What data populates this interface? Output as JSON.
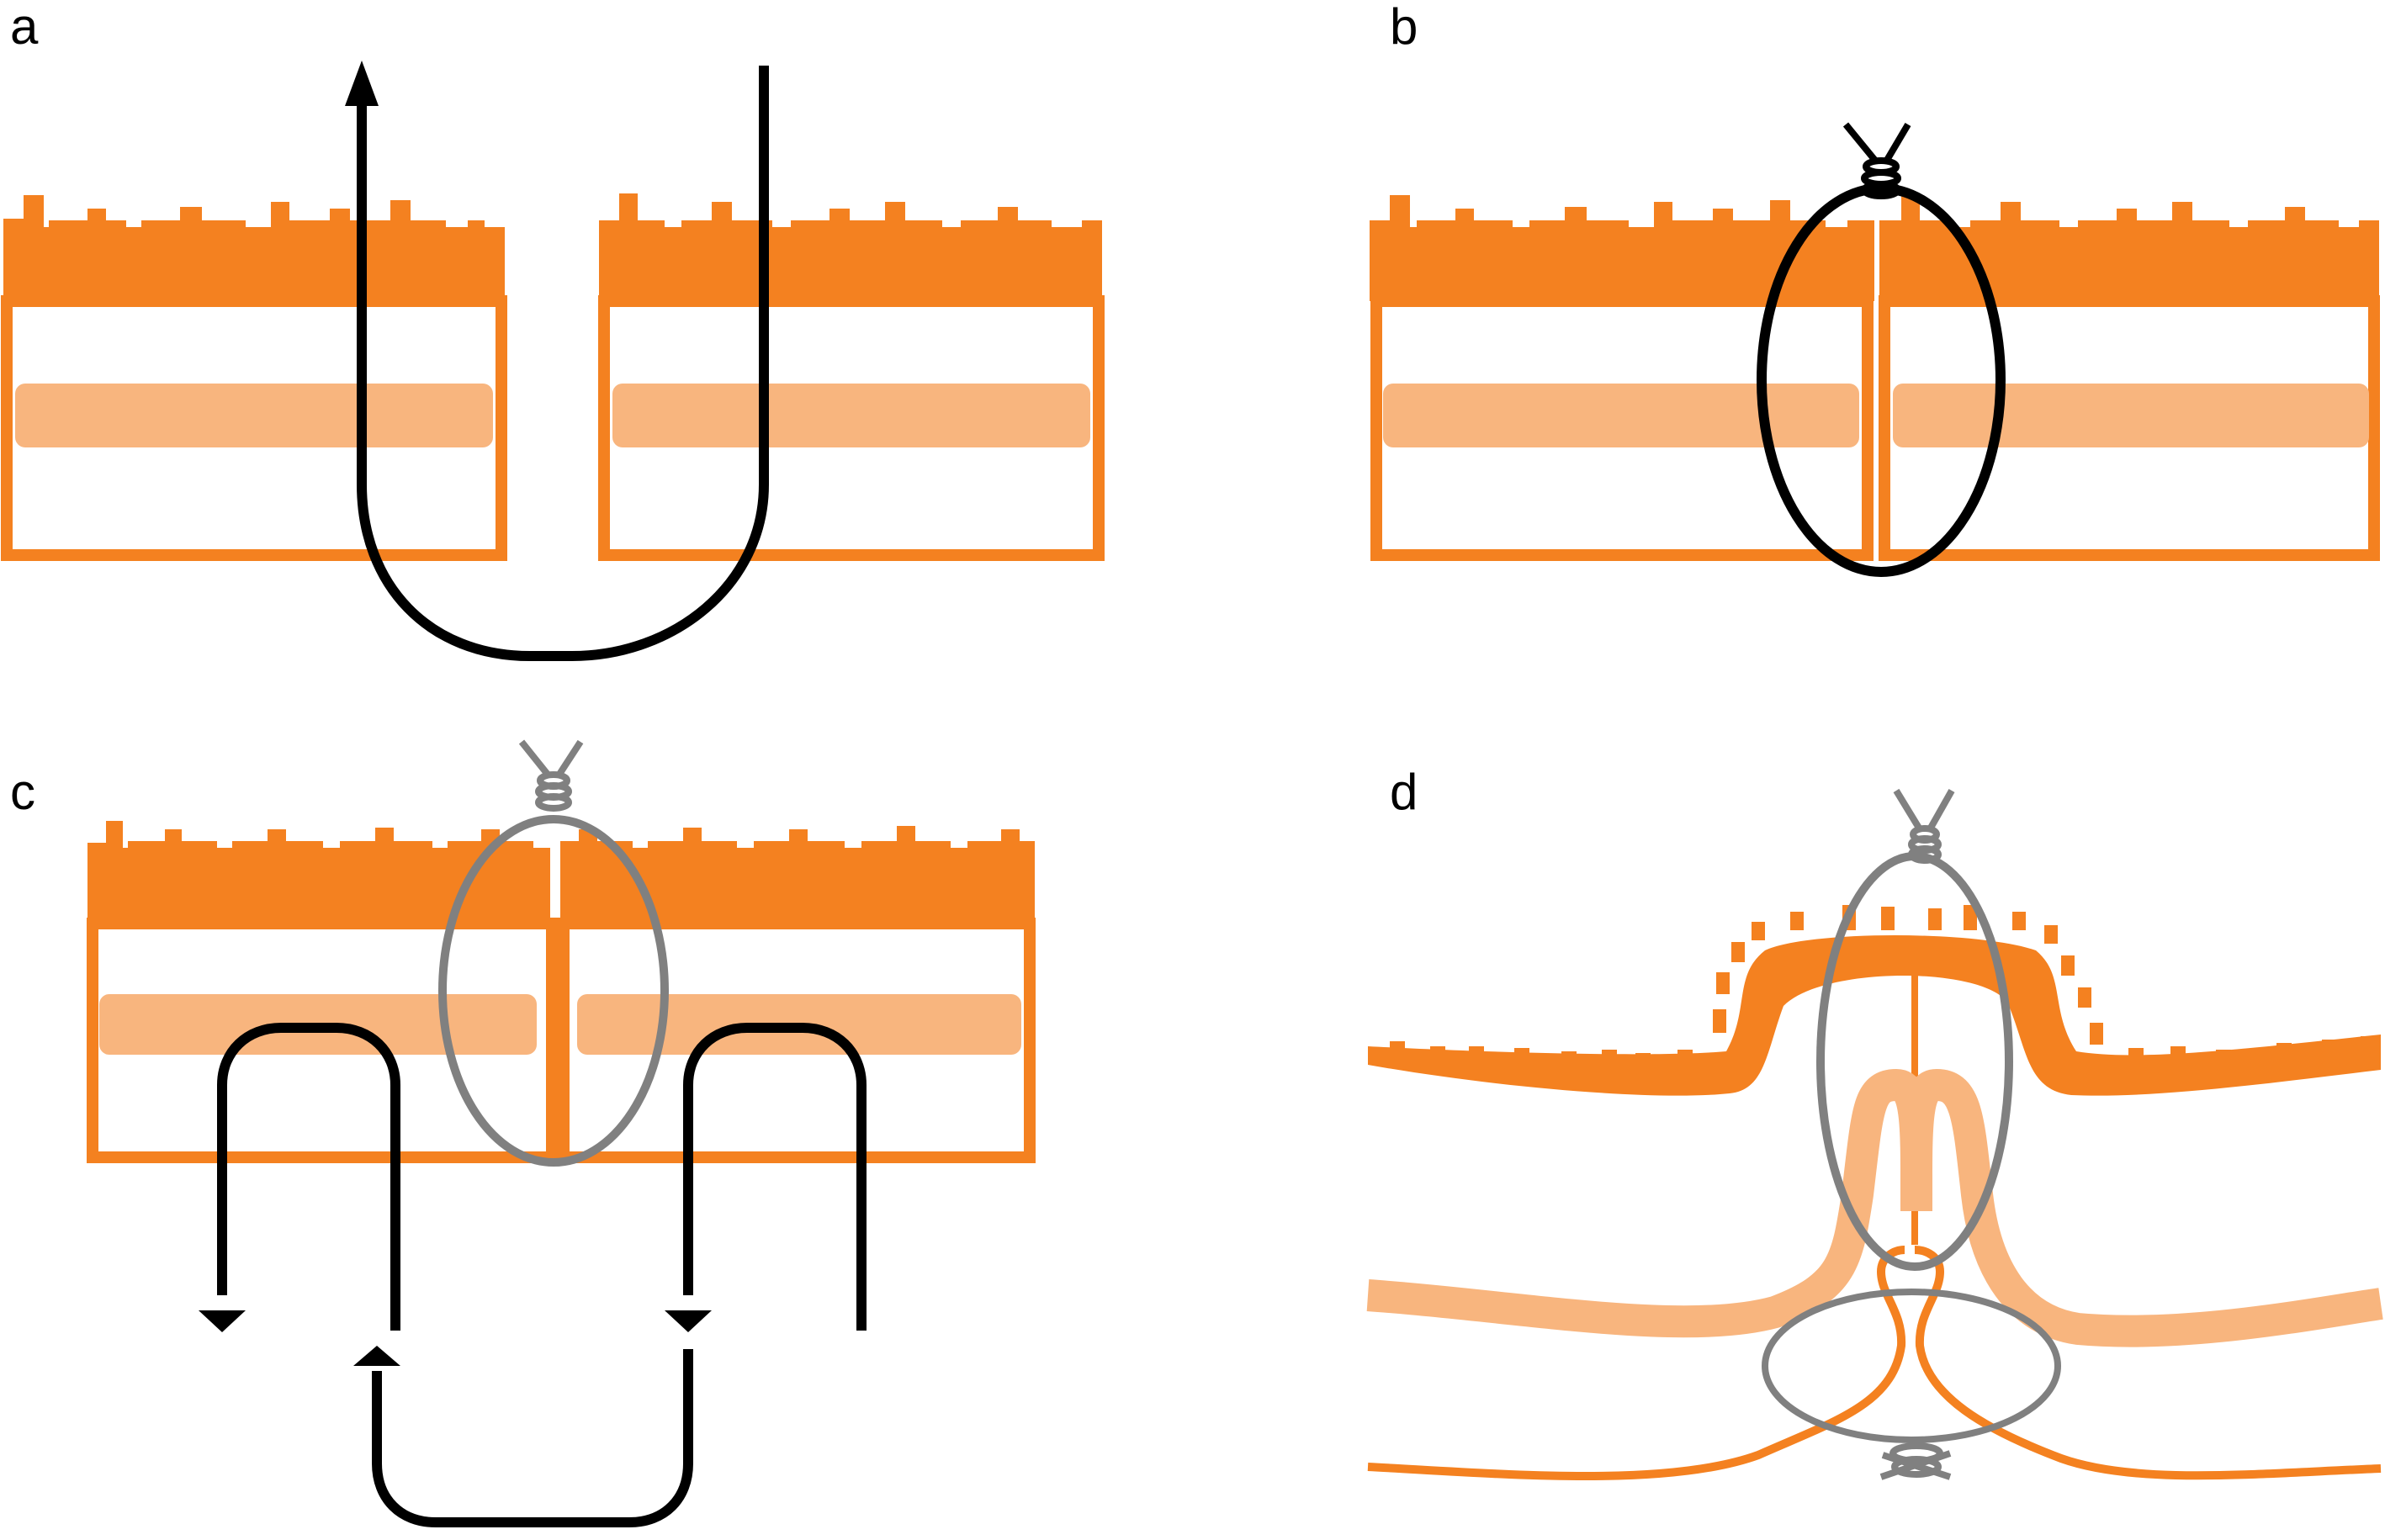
{
  "panels": [
    {
      "id": "a",
      "label": "a"
    },
    {
      "id": "b",
      "label": "b"
    },
    {
      "id": "c",
      "label": "c"
    },
    {
      "id": "d",
      "label": "d"
    }
  ],
  "colors": {
    "tissue": "#F48120",
    "layer": "#F8B57E",
    "suture": "#000000",
    "tied_suture": "#808080",
    "background": "#FFFFFF"
  }
}
